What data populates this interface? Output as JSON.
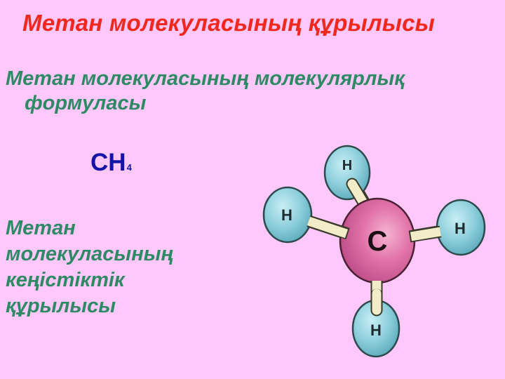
{
  "slide": {
    "title": "Метан молекуласының құрылысы",
    "molecular_formula_caption": {
      "line1": "Метан молекуласының молекулярлық",
      "line2": "формуласы"
    },
    "formula": {
      "main": "CH",
      "subscript": "4"
    },
    "spatial_structure_caption": {
      "lines": [
        "Метан",
        "молекуласының",
        "кеңістіктік",
        "құрылысы"
      ]
    },
    "molecule_diagram": {
      "central_atom": "C",
      "hydrogen_label": "H",
      "atoms": [
        {
          "label": "C",
          "role": "carbon"
        },
        {
          "label": "H",
          "role": "hydrogen-top"
        },
        {
          "label": "H",
          "role": "hydrogen-left"
        },
        {
          "label": "H",
          "role": "hydrogen-right"
        },
        {
          "label": "H",
          "role": "hydrogen-bottom"
        }
      ]
    },
    "colors": {
      "background": "#fec8fa",
      "title": "#f0281e",
      "caption": "#2e8a64",
      "formula": "#1414a8",
      "carbon": "#e274aa",
      "hydrogen": "#8ecfdc",
      "bond": "#f3ecc8"
    }
  }
}
